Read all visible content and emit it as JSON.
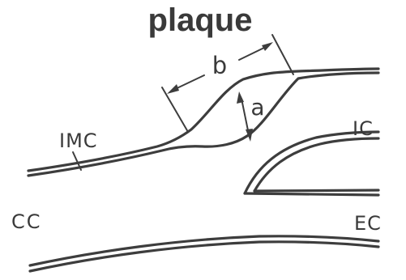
{
  "diagram": {
    "title": "plaque",
    "labels": {
      "b": "b",
      "a": "a",
      "ic": "IC",
      "imc": "IMC",
      "cc": "CC",
      "ec": "EC"
    }
  }
}
